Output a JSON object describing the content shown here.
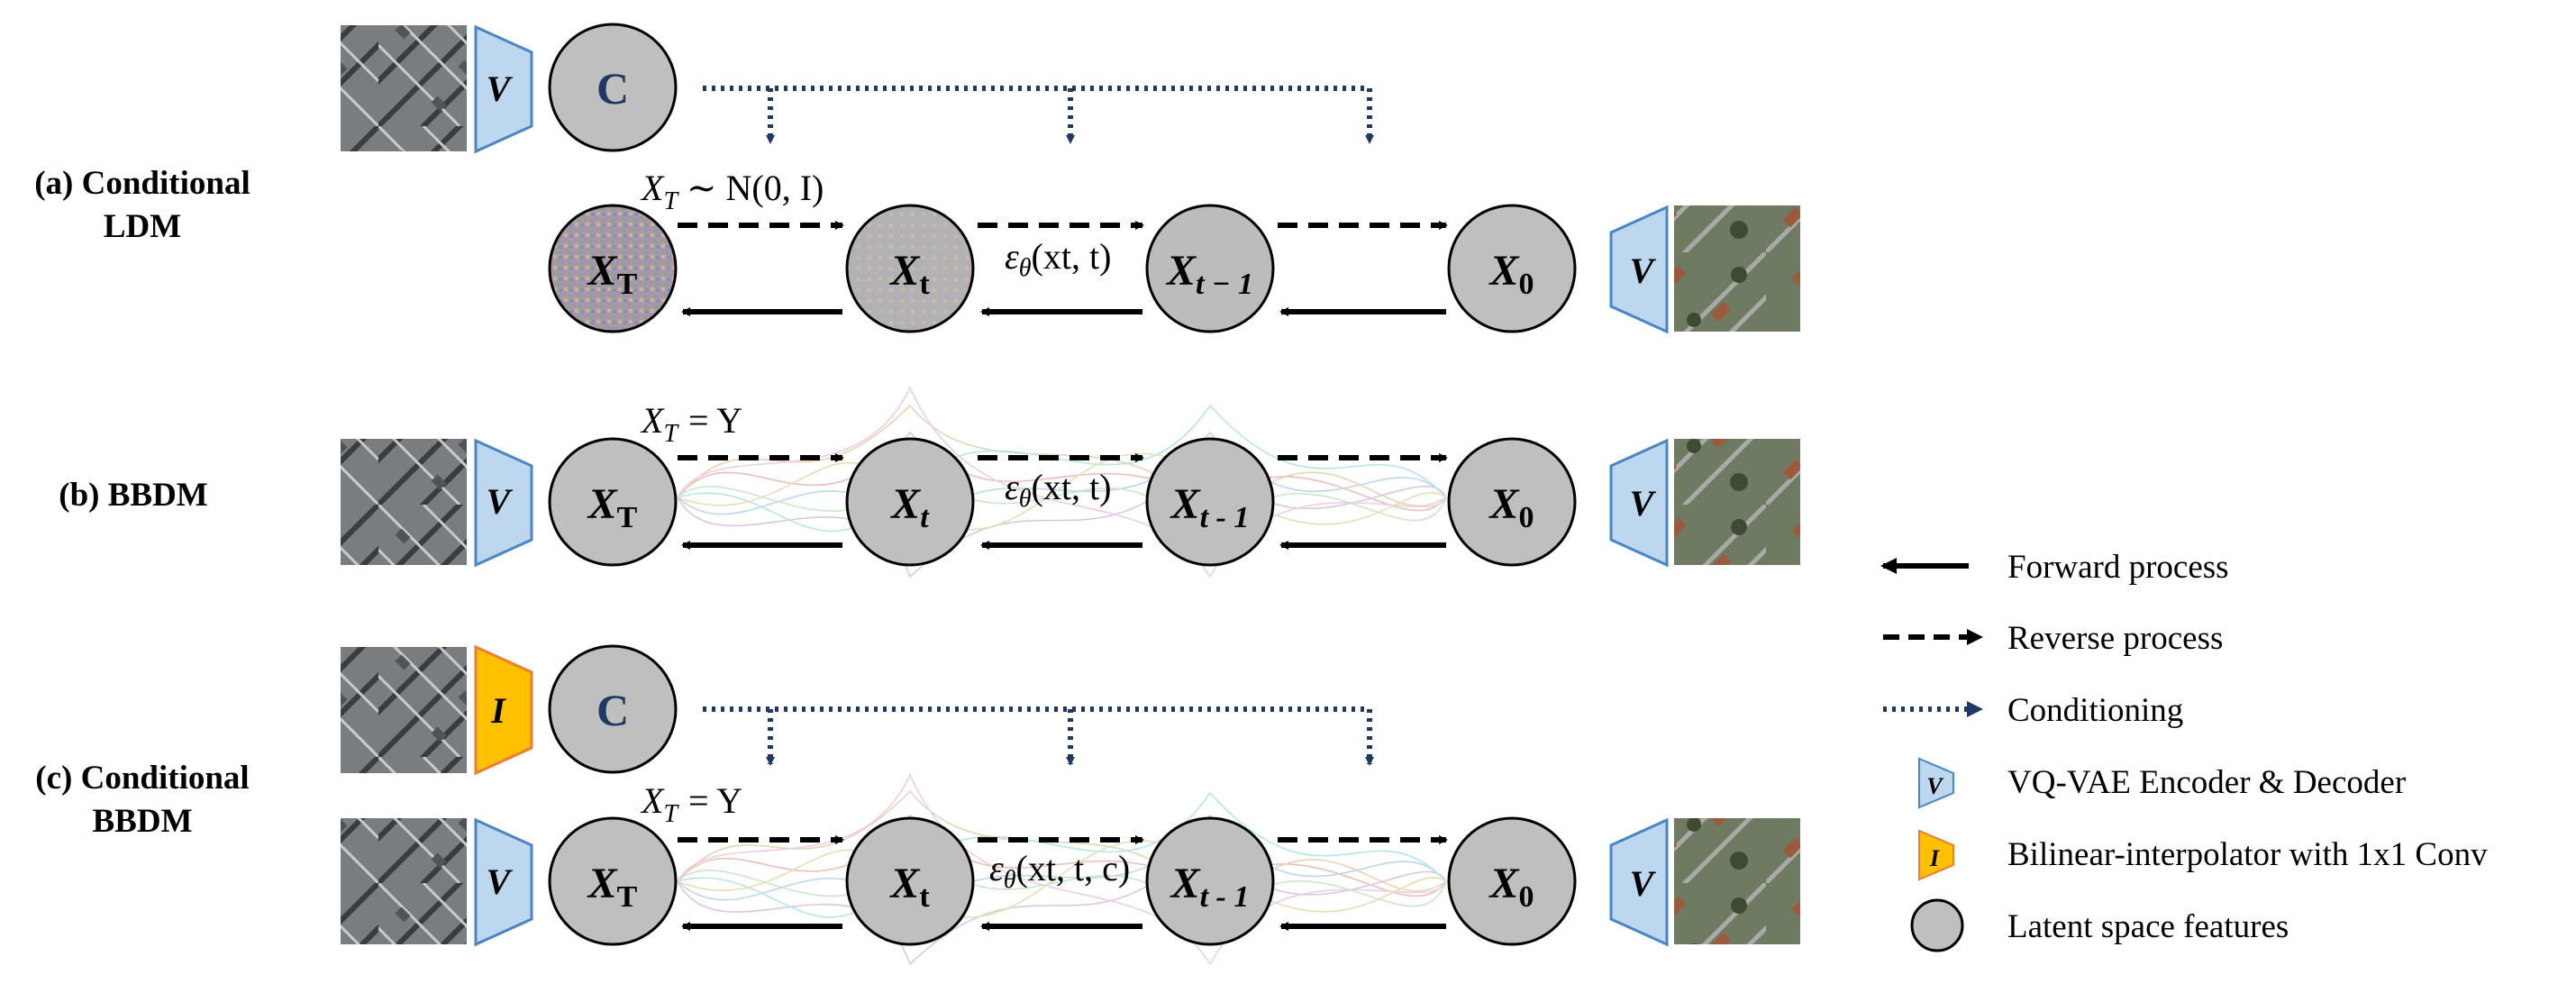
{
  "rows": [
    {
      "id": "a",
      "label_line1": "(a) Conditional",
      "label_line2": "LDM",
      "cond_node": "C",
      "encoder": "V",
      "nodes": [
        "X_T",
        "X_t",
        "X_t−1",
        "X_0"
      ],
      "eq_main": "X",
      "eq_sub": "T",
      "eq_rest": "∼ N(0, I)",
      "eps_text": "ε",
      "eps_sub": "θ",
      "eps_args": "(xt, t)",
      "decoder": "V"
    },
    {
      "id": "b",
      "label_line1": "(b) BBDM",
      "label_line2": "",
      "encoder": "V",
      "nodes": [
        "X_T",
        "X_t",
        "X_t - 1",
        "X_0"
      ],
      "eq_main": "X",
      "eq_sub": "T",
      "eq_rest": "=  Y",
      "eps_text": "ε",
      "eps_sub": "θ",
      "eps_args": "(xt, t)",
      "decoder": "V"
    },
    {
      "id": "c",
      "label_line1": "(c) Conditional",
      "label_line2": "BBDM",
      "cond_node": "C",
      "interp": "I",
      "encoder": "V",
      "nodes": [
        "X_T",
        "X_t",
        "X_t - 1",
        "X_0"
      ],
      "eq_main": "X",
      "eq_sub": "T",
      "eq_rest": "=  Y",
      "eps_text": "ε",
      "eps_sub": "θ",
      "eps_args": "(xt, t, c)",
      "decoder": "V"
    }
  ],
  "node_labels": {
    "xT_main": "X",
    "xT_sub": "T",
    "xt_main": "X",
    "xt_sub": "t",
    "xt1_main": "X",
    "xt1_sub_a": "t − 1",
    "xt1_sub_b": "t - 1",
    "x0_main": "X",
    "x0_sub": "0"
  },
  "legend": {
    "forward": "Forward process",
    "reverse": "Reverse process",
    "conditioning": "Conditioning",
    "vqvae": "VQ-VAE Encoder & Decoder",
    "vqvae_icon": "V",
    "interp": "Bilinear-interpolator with 1x1 Conv",
    "interp_icon": "I",
    "latent": "Latent space features"
  },
  "colors": {
    "node_fill": "#bfbfbf",
    "encoder_fill": "#bdd7ee",
    "encoder_stroke": "#4a86c5",
    "interp_fill": "#ffc000",
    "interp_stroke": "#ed7d31",
    "cond_arrow": "#1f3864",
    "cond_text": "#1f3864"
  },
  "icons": [
    "aerial-image-thumbnail",
    "encoder-trapezoid-icon",
    "decoder-trapezoid-icon",
    "interpolator-trapezoid-icon"
  ]
}
